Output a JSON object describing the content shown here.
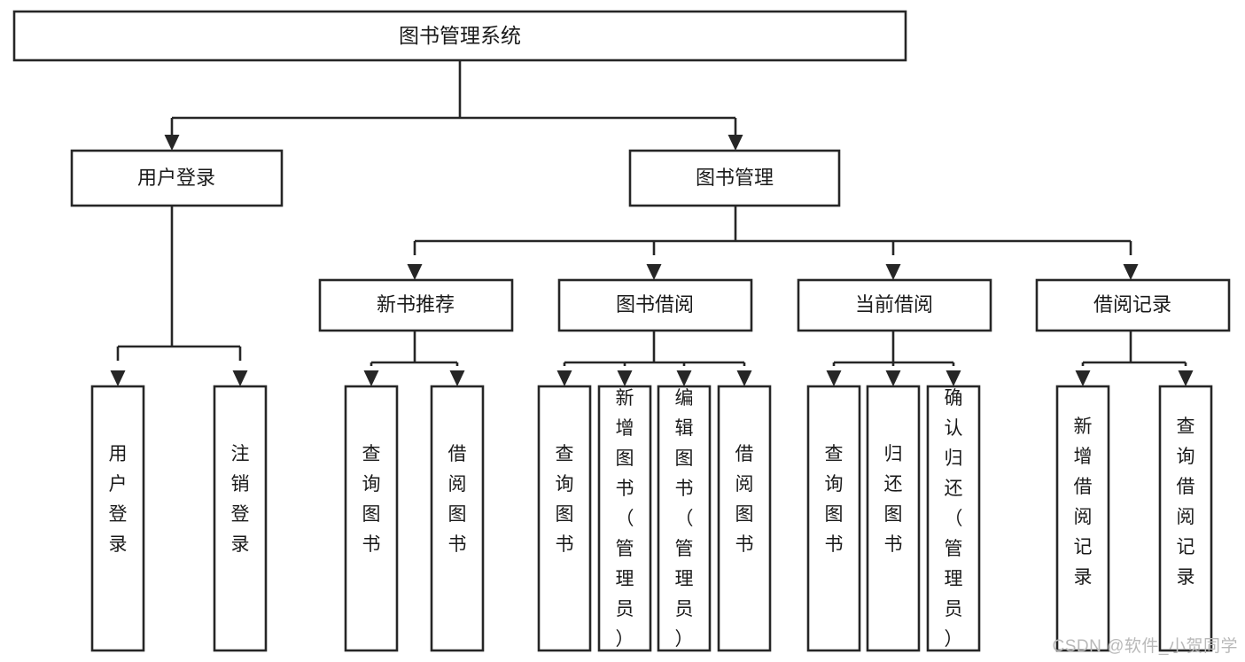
{
  "diagram": {
    "title": "图书管理系统",
    "type": "tree",
    "watermark": "CSDN @软件_小贺同学",
    "nodes": {
      "root": {
        "label": "图书管理系统"
      },
      "level2": [
        {
          "id": "user-login",
          "label": "用户登录"
        },
        {
          "id": "book-manage",
          "label": "图书管理"
        }
      ],
      "level3": [
        {
          "id": "new-book-recommend",
          "label": "新书推荐",
          "parent": "book-manage"
        },
        {
          "id": "book-borrow",
          "label": "图书借阅",
          "parent": "book-manage"
        },
        {
          "id": "current-borrow",
          "label": "当前借阅",
          "parent": "book-manage"
        },
        {
          "id": "borrow-record",
          "label": "借阅记录",
          "parent": "book-manage"
        }
      ],
      "leaves": [
        {
          "id": "leaf-user-login",
          "label": "用户登录",
          "parent": "user-login"
        },
        {
          "id": "leaf-logout-login",
          "label": "注销登录",
          "parent": "user-login"
        },
        {
          "id": "leaf-query-book-rec",
          "label": "查询图书",
          "parent": "new-book-recommend"
        },
        {
          "id": "leaf-borrow-book-rec",
          "label": "借阅图书",
          "parent": "new-book-recommend"
        },
        {
          "id": "leaf-query-book-borrow",
          "label": "查询图书",
          "parent": "book-borrow"
        },
        {
          "id": "leaf-add-book-admin",
          "label": "新增图书（管理员）",
          "parent": "book-borrow"
        },
        {
          "id": "leaf-edit-book-admin",
          "label": "编辑图书（管理员）",
          "parent": "book-borrow"
        },
        {
          "id": "leaf-borrow-book",
          "label": "借阅图书",
          "parent": "book-borrow"
        },
        {
          "id": "leaf-query-book-current",
          "label": "查询图书",
          "parent": "current-borrow"
        },
        {
          "id": "leaf-return-book",
          "label": "归还图书",
          "parent": "current-borrow"
        },
        {
          "id": "leaf-confirm-return-admin",
          "label": "确认归还（管理员）",
          "parent": "current-borrow"
        },
        {
          "id": "leaf-add-borrow-record",
          "label": "新增借阅记录",
          "parent": "borrow-record"
        },
        {
          "id": "leaf-query-borrow-record",
          "label": "查询借阅记录",
          "parent": "borrow-record"
        }
      ]
    },
    "colors": {
      "stroke": "#262626",
      "fill": "#ffffff",
      "text": "#1a1a1a",
      "watermark": "#b9b9b9"
    }
  }
}
